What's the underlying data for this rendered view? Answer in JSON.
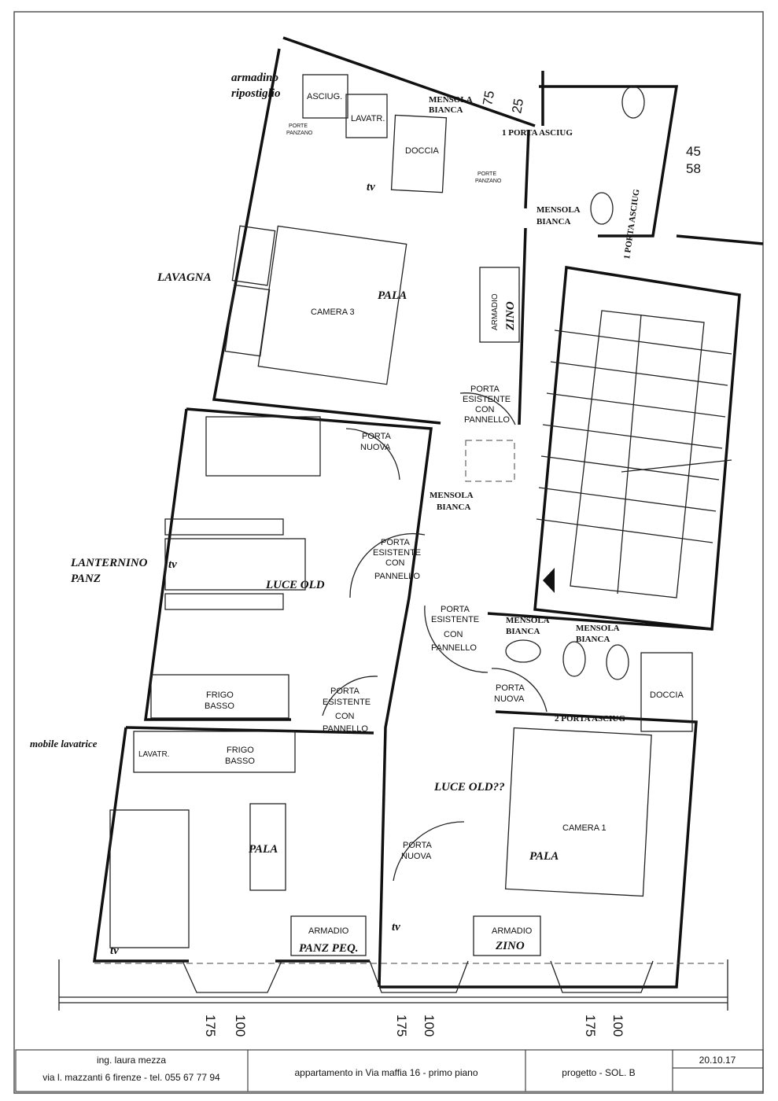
{
  "labels": {
    "armadino": "armadino",
    "ripostiglio": "ripostiglio",
    "asciug": "ASCIUG.",
    "lavatr_top": "LAVATR.",
    "doccia_top": "DOCCIA",
    "porte_panzano": "PORTE",
    "panzano": "PANZANO",
    "mensola": "MENSOLA",
    "bianca": "BIANCA",
    "porta_asciug_top": "1 PORTA ASCIUG",
    "tv": "tv",
    "lavagna": "LAVAGNA",
    "camera3": "CAMERA 3",
    "pala": "PALA",
    "armadio": "ARMADIO",
    "zino": "ZINO",
    "porta": "PORTA",
    "esistente": "ESISTENTE",
    "con": "CON",
    "pannello": "PANNELLO",
    "nuova": "NUOVA",
    "lanternino": "LANTERNINO",
    "panz": "PANZ",
    "luce_old": "LUCE OLD",
    "luce_old_q": "LUCE OLD??",
    "frigo": "FRIGO",
    "basso": "BASSO",
    "mobile_lavatrice": "mobile lavatrice",
    "lavatr": "LAVATR.",
    "doccia": "DOCCIA",
    "porta_asciug_2": "2 PORTA ASCIUG",
    "camera1": "CAMERA 1",
    "panz_peq": "PANZ PEQ."
  },
  "dimensions": {
    "d75": "75",
    "d25": "25",
    "d45": "45",
    "d58": "58",
    "d175": "175",
    "d100": "100"
  },
  "title_block": {
    "author": "ing. laura mezza",
    "address": "via l. mazzanti 6  firenze - tel. 055 67 77 94",
    "project": "appartamento in Via maffia 16 - primo piano",
    "phase": "progetto - SOL. B",
    "date": "20.10.17"
  }
}
